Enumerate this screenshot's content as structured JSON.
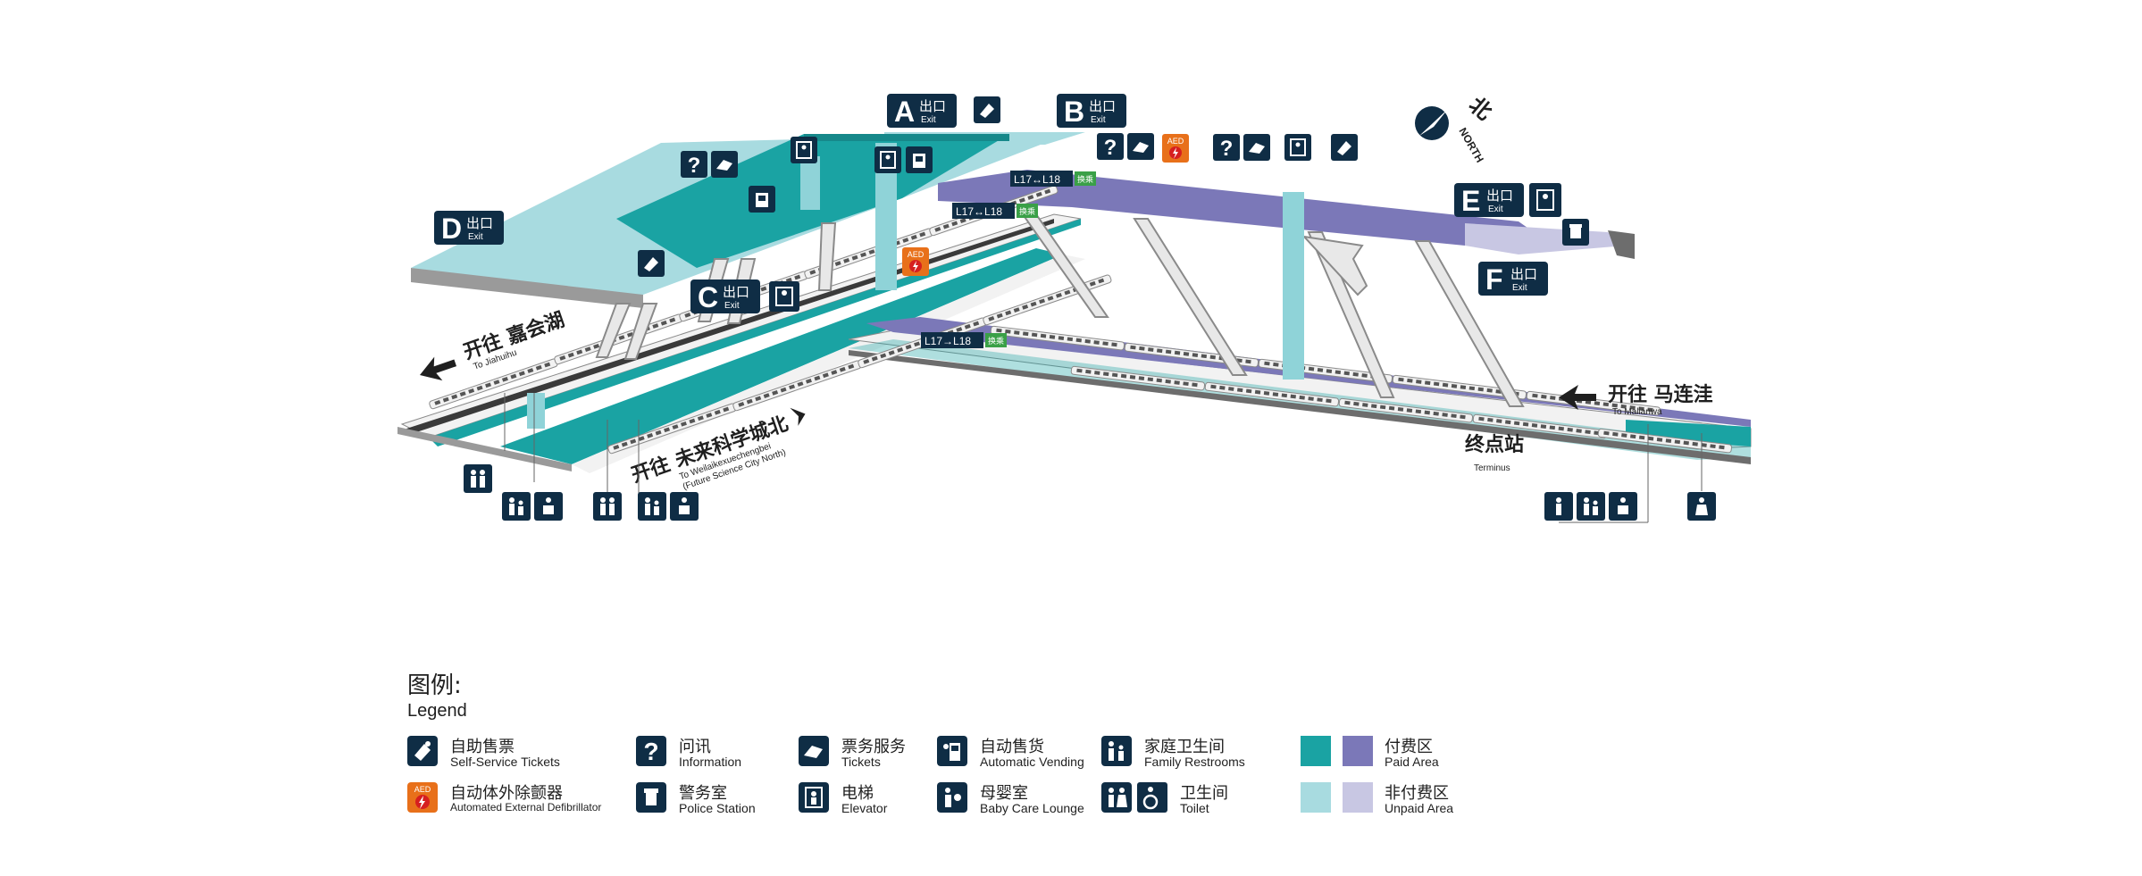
{
  "colors": {
    "paid_dark": "#1aa3a3",
    "paid_purple": "#7b78b8",
    "unpaid_light": "#a8dbe0",
    "unpaid_purple": "#c8c7e3",
    "sign_navy": "#0f2d45",
    "aed_orange": "#e8701a",
    "transfer_green": "#3aa047"
  },
  "exits": [
    {
      "letter": "A",
      "cn": "出口",
      "en": "Exit"
    },
    {
      "letter": "B",
      "cn": "出口",
      "en": "Exit"
    },
    {
      "letter": "C",
      "cn": "出口",
      "en": "Exit"
    },
    {
      "letter": "D",
      "cn": "出口",
      "en": "Exit"
    },
    {
      "letter": "E",
      "cn": "出口",
      "en": "Exit"
    },
    {
      "letter": "F",
      "cn": "出口",
      "en": "Exit"
    }
  ],
  "transfer_labels": [
    "L17↔L18",
    "L17↔L18",
    "L17→L18"
  ],
  "transfer_badge": "换乘",
  "compass": {
    "cn": "北",
    "en": "NORTH"
  },
  "directions": {
    "jiahuihu": {
      "cn": "开往 嘉会湖",
      "en": "To Jiahuihu"
    },
    "weilai": {
      "cn": "开往 未来科学城北",
      "en": "To Weilaikexuechengbei",
      "en2": "(Future Science City North)"
    },
    "malianwa": {
      "cn": "开往 马连洼",
      "en": "To Malianwa"
    },
    "terminus": {
      "cn": "终点站",
      "en": "Terminus"
    }
  },
  "aed_label": "AED",
  "legend": {
    "title_cn": "图例:",
    "title_en": "Legend",
    "items": [
      {
        "icon": "ticket-machine-icon",
        "cn": "自助售票",
        "en": "Self-Service Tickets"
      },
      {
        "icon": "information-icon",
        "cn": "问讯",
        "en": "Information"
      },
      {
        "icon": "ticket-service-icon",
        "cn": "票务服务",
        "en": "Tickets"
      },
      {
        "icon": "vending-icon",
        "cn": "自动售货",
        "en": "Automatic Vending"
      },
      {
        "icon": "family-restroom-icon",
        "cn": "家庭卫生间",
        "en": "Family Restrooms"
      },
      {
        "icon": "aed-icon",
        "cn": "自动体外除颤器",
        "en": "Automated External Defibrillator"
      },
      {
        "icon": "police-icon",
        "cn": "警务室",
        "en": "Police Station"
      },
      {
        "icon": "elevator-icon",
        "cn": "电梯",
        "en": "Elevator"
      },
      {
        "icon": "baby-care-icon",
        "cn": "母婴室",
        "en": "Baby Care Lounge"
      },
      {
        "icon": "toilet-icon",
        "cn": "卫生间",
        "en": "Toilet"
      }
    ],
    "paid": {
      "cn": "付费区",
      "en": "Paid Area"
    },
    "unpaid": {
      "cn": "非付费区",
      "en": "Unpaid Area"
    }
  }
}
